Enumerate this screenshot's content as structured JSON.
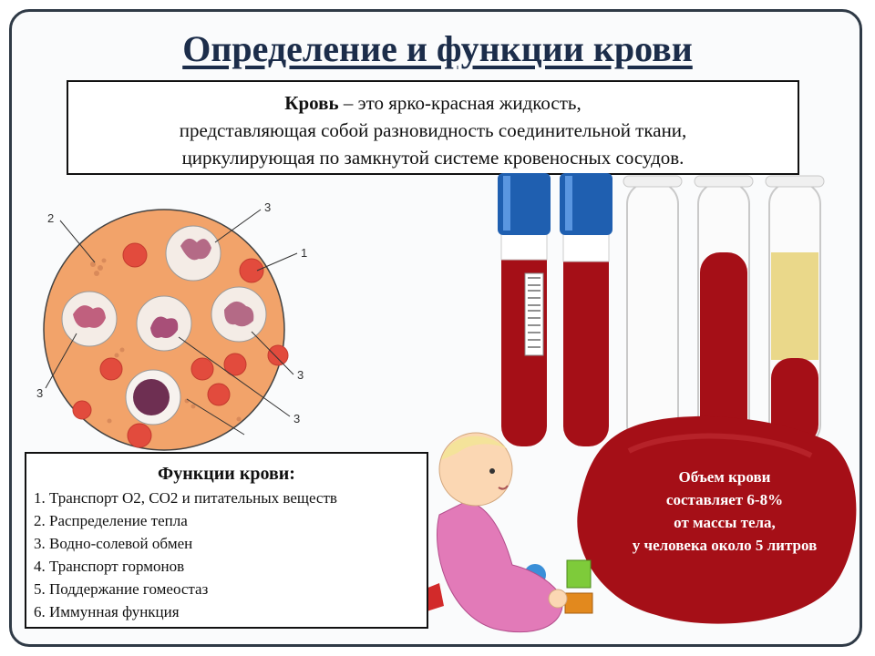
{
  "title": "Определение и функции крови",
  "definition": {
    "term": "Кровь",
    "line1": " – это ярко-красная жидкость,",
    "line2": "представляющая собой разновидность соединительной ткани,",
    "line3": "циркулирующая по замкнутой системе кровеносных сосудов."
  },
  "functions": {
    "title": "Функции крови:",
    "items": [
      "1. Транспорт О2, СО2 и питательных веществ",
      "2. Распределение тепла",
      "3. Водно-солевой обмен",
      "4. Транспорт гормонов",
      "5. Поддержание гомеостаз",
      "6. Иммунная функция"
    ]
  },
  "volume": {
    "lines": [
      "Объем крови",
      "составляет 6-8%",
      "от массы тела,",
      "у человека около 5 литров"
    ]
  },
  "micro_labels": [
    "2",
    "3",
    "1",
    "3",
    "3",
    "3"
  ],
  "colors": {
    "title": "#1c2d4a",
    "blood": "#a50f17",
    "cap": "#1f5fb0",
    "plasma": "#ead88a",
    "dish": "#f2a36a"
  }
}
